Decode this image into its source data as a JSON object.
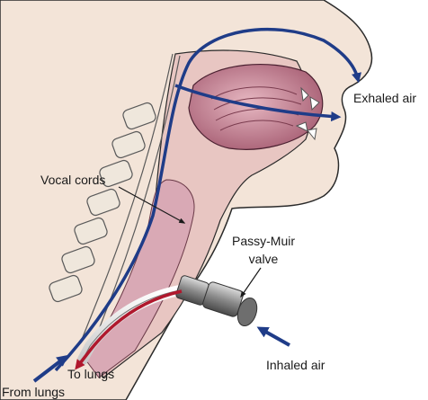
{
  "labels": {
    "exhaled_air": "Exhaled air",
    "vocal_cords": "Vocal cords",
    "valve_line1": "Passy-Muir",
    "valve_line2": "valve",
    "inhaled_air": "Inhaled air",
    "to_lungs": "To lungs",
    "from_lungs": "From lungs"
  },
  "colors": {
    "airflow_blue": "#1f3c88",
    "airflow_red": "#b0182d",
    "tissue_pink": "#e8c6c2",
    "mouth_mauve": "#c98d9b",
    "skin_tan": "#f3e4d8",
    "outline": "#2a2a2a",
    "valve_gray": "#8f8f8f"
  }
}
